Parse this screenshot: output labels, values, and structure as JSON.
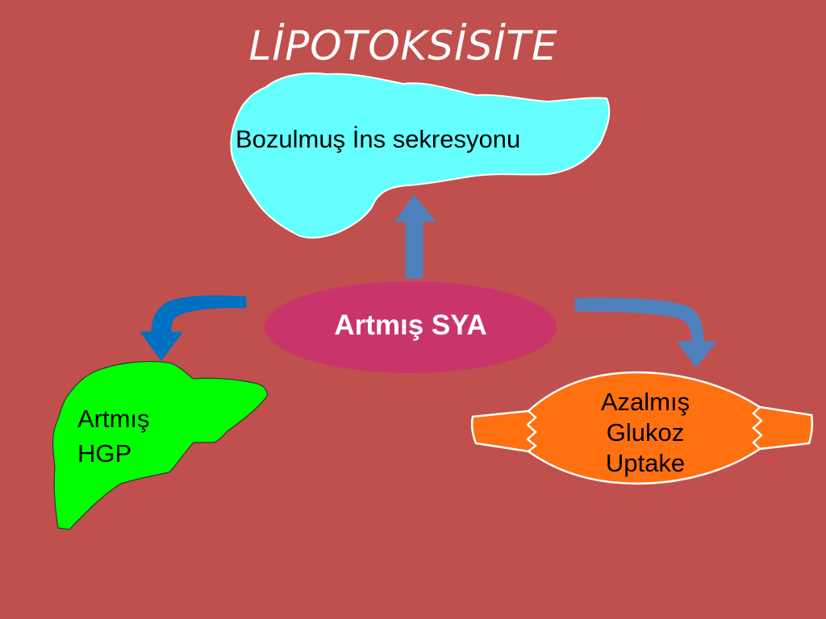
{
  "title": "LİPOTOKSİSİTE",
  "center": {
    "label": "Artmış SYA",
    "color": "#c9356b"
  },
  "pancreas": {
    "label": "Bozulmuş İns sekresyonu",
    "color": "#66ffff"
  },
  "liver": {
    "label_lines": [
      "Artmış",
      "HGP"
    ],
    "color": "#00ff00"
  },
  "muscle": {
    "label_lines": [
      "Azalmış",
      "Glukoz",
      "Uptake"
    ],
    "color": "#ff7010"
  },
  "colors": {
    "background": "#c0504d",
    "arrow_light": "#4f81bd",
    "arrow_dark": "#0070c0"
  }
}
